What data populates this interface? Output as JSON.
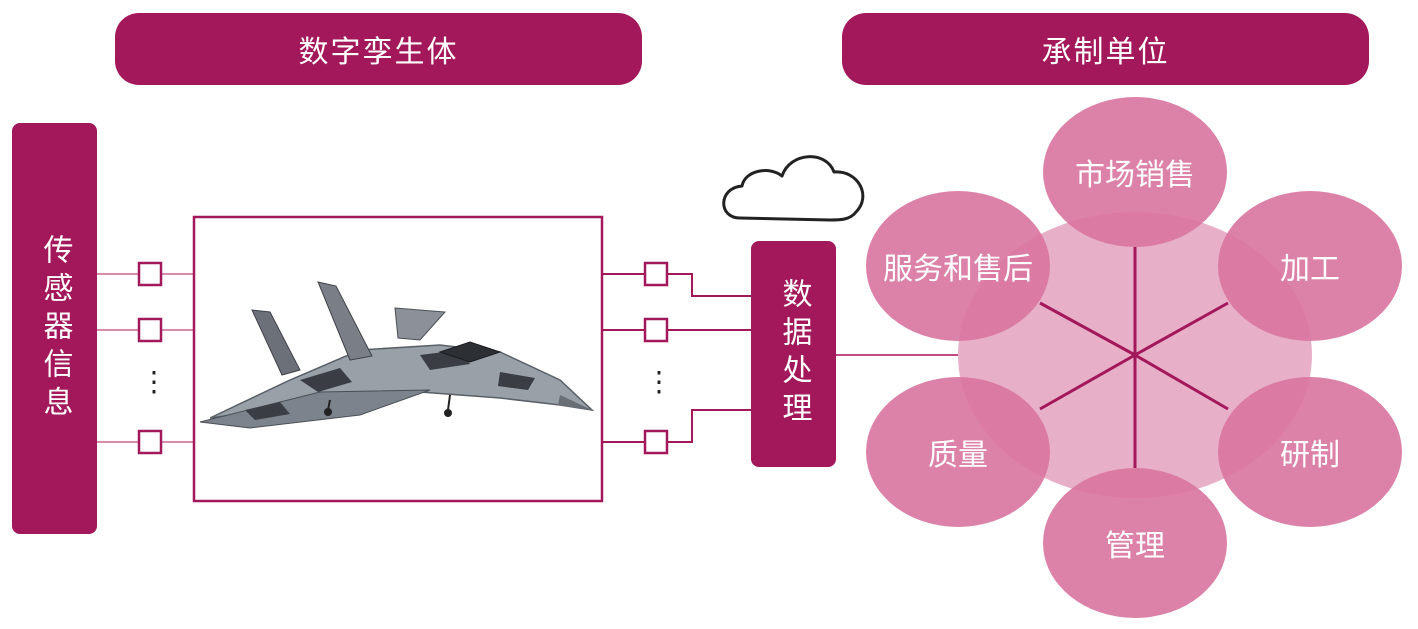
{
  "headers": {
    "digital_twin": "数字孪生体",
    "manufacturer": "承制单位"
  },
  "sensor_label": "传感器信息",
  "processing_label": "数据处理",
  "ellipsis": "⋮",
  "petals": [
    {
      "key": "market",
      "label": "市场销售"
    },
    {
      "key": "machining",
      "label": "加工"
    },
    {
      "key": "development",
      "label": "研制"
    },
    {
      "key": "management",
      "label": "管理"
    },
    {
      "key": "quality",
      "label": "质量"
    },
    {
      "key": "service",
      "label": "服务和售后"
    }
  ],
  "colors": {
    "brand": "#a3185a",
    "petal_fill": "#d9769f",
    "hub_fill": "#e8b0c8",
    "line": "#a3185a",
    "cloud": "#222222"
  },
  "icons": {
    "cloud": "cloud-icon",
    "aircraft": "fighter-jet-image"
  }
}
